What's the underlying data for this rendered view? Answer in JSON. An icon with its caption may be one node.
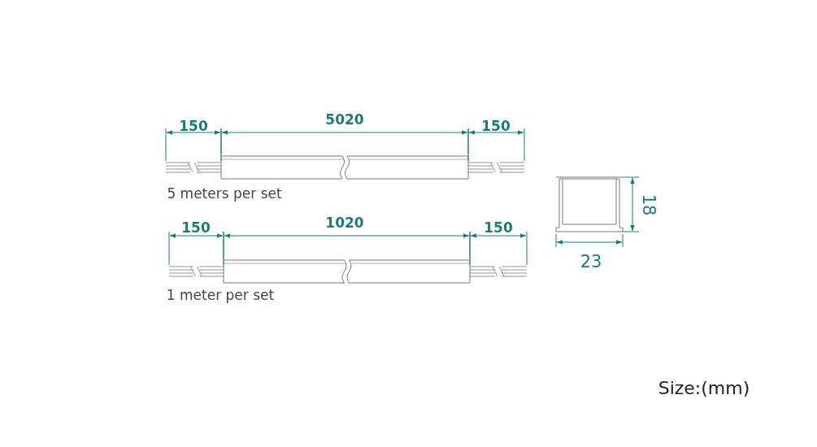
{
  "diagram": {
    "labels": [
      "150",
      "5020",
      "150",
      "5 meters per set",
      "150",
      "1020",
      "150",
      "1 meter per set",
      "18",
      "23",
      "Size:(mm)"
    ]
  }
}
